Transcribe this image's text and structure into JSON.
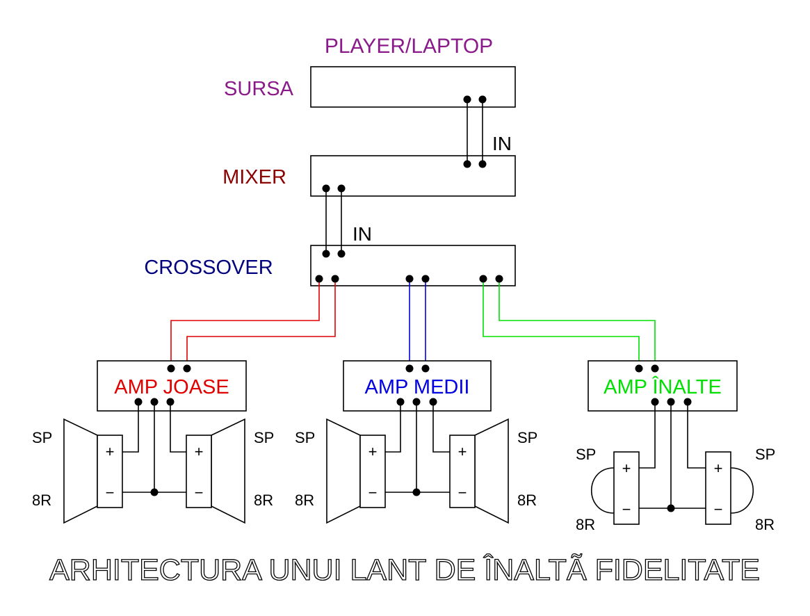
{
  "title": "ARHITECTURA UNUI LANT DE ÎNALTÃ FIDELITATE",
  "colors": {
    "source": "#8a1a8a",
    "mixer": "#8b0000",
    "crossover": "#00007f",
    "low": "#e00000",
    "mid": "#0000e0",
    "high": "#00e000",
    "black": "#000000"
  },
  "source": {
    "label": "SURSA",
    "device": "PLAYER/LAPTOP"
  },
  "mixer": {
    "label": "MIXER",
    "input_label": "IN"
  },
  "crossover": {
    "label": "CROSSOVER",
    "input_label": "IN"
  },
  "amps": [
    {
      "label": "AMP JOASE"
    },
    {
      "label": "AMP MEDII"
    },
    {
      "label": "AMP ÎNALTE"
    }
  ],
  "speakers": {
    "name": "SP",
    "impedance": "8R",
    "plus": "+",
    "minus": "−"
  }
}
